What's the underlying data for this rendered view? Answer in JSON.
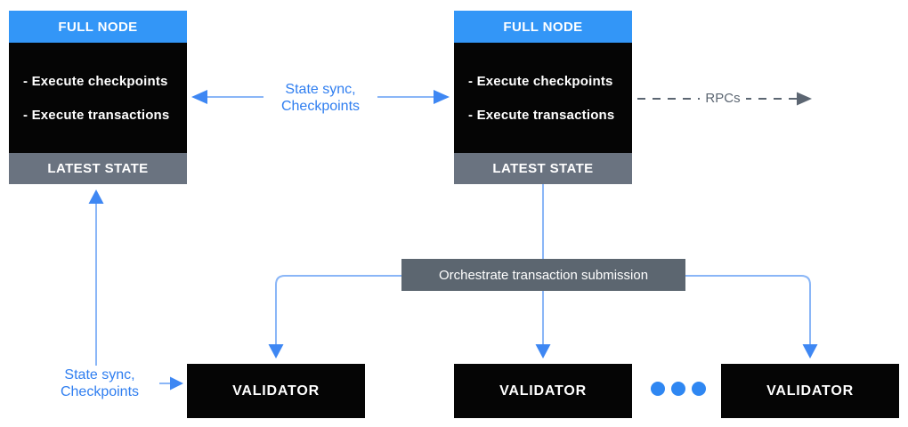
{
  "colors": {
    "header_blue": "#3396F7",
    "connector_line_blue": "#8AB6F7",
    "arrowhead_blue": "#3E87F3",
    "label_blue": "#2F7EF0",
    "dot_blue": "#2F87F2",
    "latest_state_gray": "#6A7380",
    "orchestrator_gray": "#5C6670",
    "rpc_gray": "#5C6672",
    "box_black": "#050505"
  },
  "full_nodes": [
    {
      "title": "FULL NODE",
      "items": [
        "- Execute checkpoints",
        "- Execute transactions"
      ],
      "footer": "LATEST STATE"
    },
    {
      "title": "FULL NODE",
      "items": [
        "- Execute checkpoints",
        "- Execute transactions"
      ],
      "footer": "LATEST STATE"
    }
  ],
  "orchestrator": {
    "label": "Orchestrate transaction submission"
  },
  "validators": [
    {
      "label": "VALIDATOR"
    },
    {
      "label": "VALIDATOR"
    },
    {
      "label": "VALIDATOR"
    }
  ],
  "edge_labels": {
    "top_sync": {
      "line1": "State sync,",
      "line2": "Checkpoints"
    },
    "bottom_sync": {
      "line1": "State sync,",
      "line2": "Checkpoints"
    },
    "rpcs": "RPCs"
  }
}
